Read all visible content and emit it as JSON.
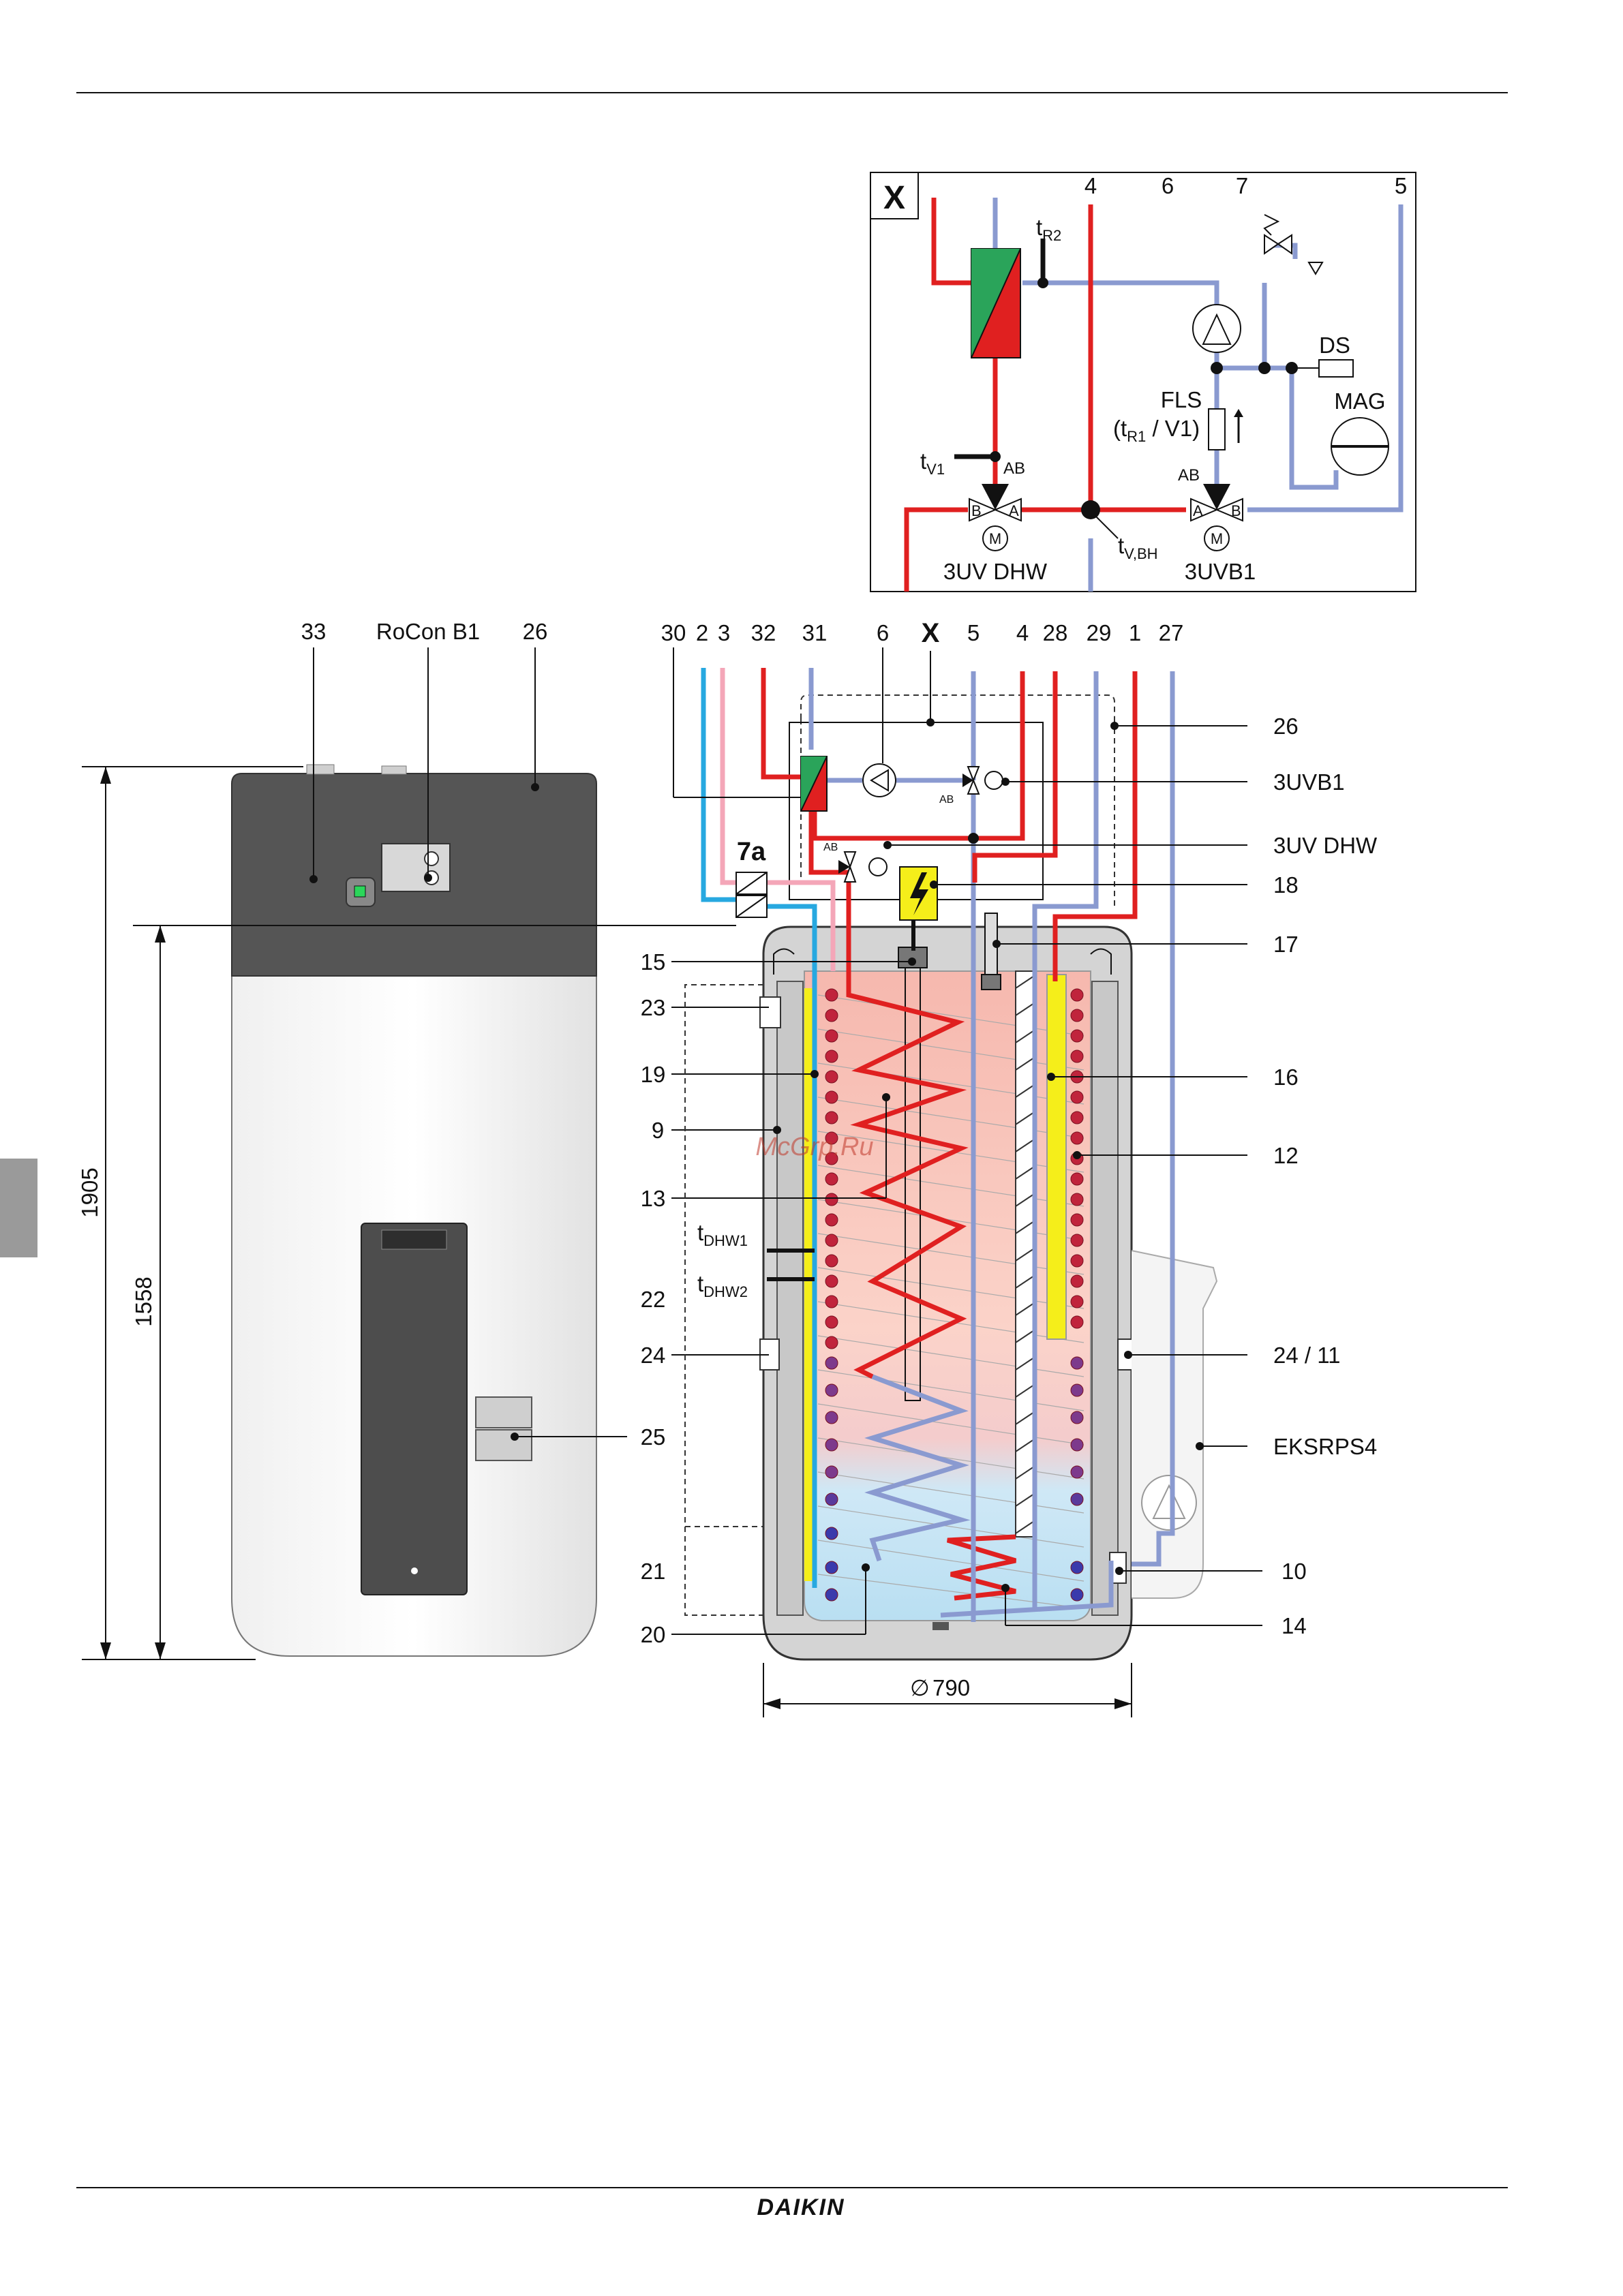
{
  "brand": "DAIKIN",
  "watermark": "McGrp.Ru",
  "detail_box": {
    "title": "X",
    "top_labels": [
      "4",
      "6",
      "7",
      "5"
    ],
    "labels": {
      "tR2": "t",
      "tR2_sub": "R2",
      "tV1": "t",
      "tV1_sub": "V1",
      "tVBH": "t",
      "tVBH_sub": "V,BH",
      "DS": "DS",
      "MAG": "MAG",
      "FLS": "FLS",
      "FLS_sensor": "(t",
      "FLS_sensor_sub": "R1",
      "FLS_sensor_end": " / V1)",
      "valve_dhw": "3UV DHW",
      "valve_b1": "3UVB1",
      "AB1": "AB",
      "AB2": "AB",
      "A": "A",
      "B": "B",
      "M": "M"
    }
  },
  "top_connections": [
    "30",
    "2",
    "3",
    "32",
    "31",
    "6",
    "X",
    "5",
    "4",
    "28",
    "29",
    "1",
    "27"
  ],
  "left_labels": {
    "n33": "33",
    "rocon": "RoCon B1",
    "n26": "26",
    "n7a": "7a",
    "n15": "15",
    "n23": "23",
    "n19": "19",
    "n9": "9",
    "n13": "13",
    "tDHW1": "t",
    "tDHW1_sub": "DHW1",
    "tDHW2": "t",
    "tDHW2_sub": "DHW2",
    "n22": "22",
    "n24": "24",
    "n25": "25",
    "n21": "21",
    "n20": "20"
  },
  "right_labels": {
    "n26": "26",
    "uvb1": "3UVB1",
    "uvdhw": "3UV DHW",
    "n18": "18",
    "n17": "17",
    "n16": "16",
    "n12": "12",
    "n24_11": "24 / 11",
    "eksrps4": "EKSRPS4",
    "n10": "10",
    "n14": "14"
  },
  "dimensions": {
    "height_total": "1905",
    "height_upper": "1558",
    "diameter": "790"
  },
  "colors": {
    "hot": "#e02020",
    "return": "#8a9ad0",
    "cold_supply": "#27a8e0",
    "circulation": "#f4a6b8",
    "heater": "#f5ee1a",
    "housing": "#555555"
  }
}
